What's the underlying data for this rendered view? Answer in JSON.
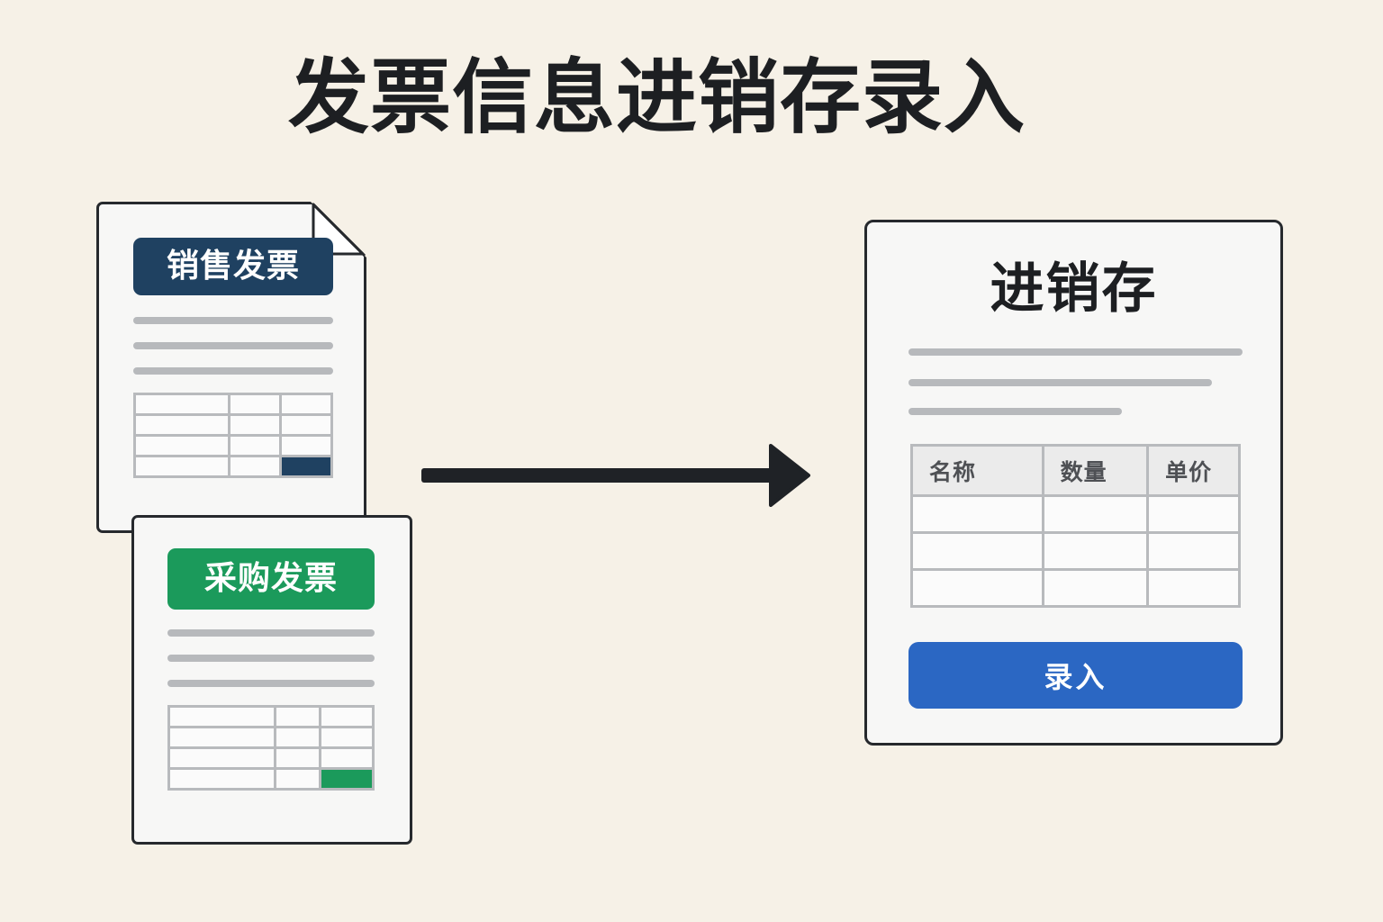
{
  "title": "发票信息进销存录入",
  "documents": {
    "sales_invoice": {
      "label": "销售发票",
      "accent": "#1f4161"
    },
    "purchase_invoice": {
      "label": "采购发票",
      "accent": "#1b9a5b"
    }
  },
  "panel": {
    "title": "进销存",
    "table": {
      "headers": [
        "名称",
        "数量",
        "单价"
      ],
      "rows": [
        [
          "",
          "",
          ""
        ],
        [
          "",
          "",
          ""
        ],
        [
          "",
          "",
          ""
        ]
      ]
    },
    "submit_label": "录入",
    "submit_color": "#2b67c3"
  },
  "colors": {
    "background": "#f6f1e7",
    "outline": "#26292d",
    "placeholder_line": "#b7b9bc"
  }
}
